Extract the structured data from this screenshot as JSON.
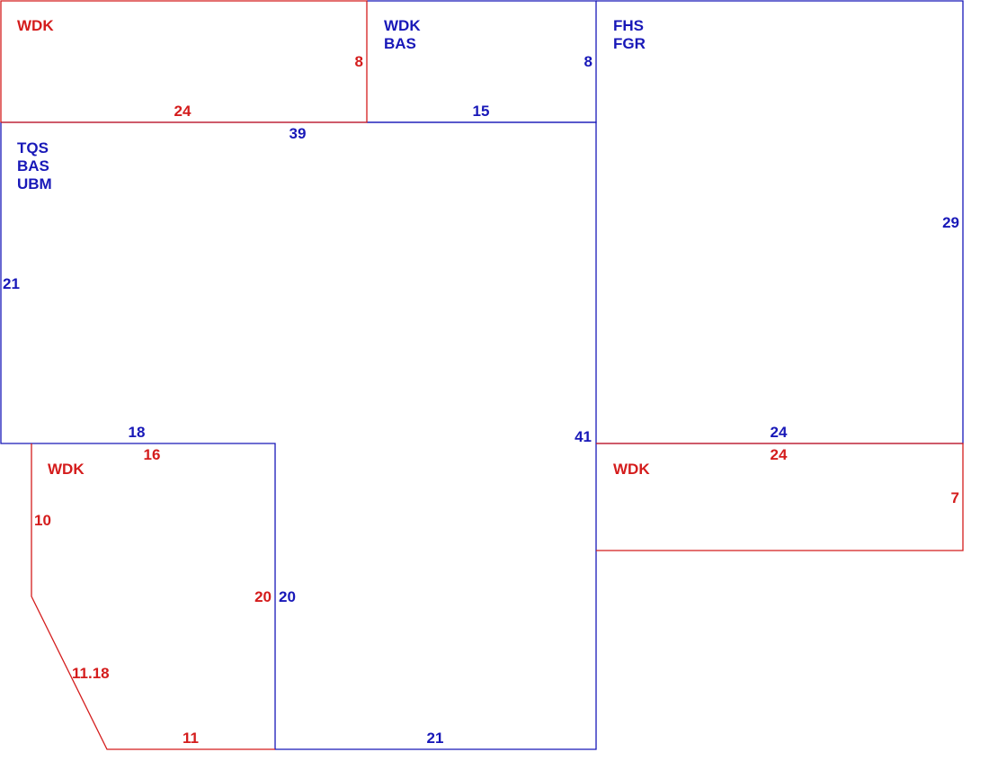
{
  "colors": {
    "blue": "#1818b8",
    "red": "#d41c1c",
    "background": "#ffffff"
  },
  "areas": {
    "wdk_top_left": {
      "code": "WDK",
      "depth": "8",
      "width": "24"
    },
    "wdk_bas_top": {
      "codes": [
        "WDK",
        "BAS"
      ],
      "depth": "8",
      "width": "15"
    },
    "main": {
      "codes": [
        "TQS",
        "BAS",
        "UBM"
      ],
      "top": "39",
      "left": "21",
      "bottom_left": "18",
      "right": "41",
      "inner": "20",
      "bottom": "21"
    },
    "fhs_fgr": {
      "codes": [
        "FHS",
        "FGR"
      ],
      "right": "29",
      "bottom": "24"
    },
    "wdk_right": {
      "code": "WDK",
      "top": "24",
      "right": "7"
    },
    "wdk_bottom_left": {
      "code": "WDK",
      "top": "16",
      "left": "10",
      "diagonal": "11.18",
      "bottom": "11",
      "right": "20"
    }
  }
}
